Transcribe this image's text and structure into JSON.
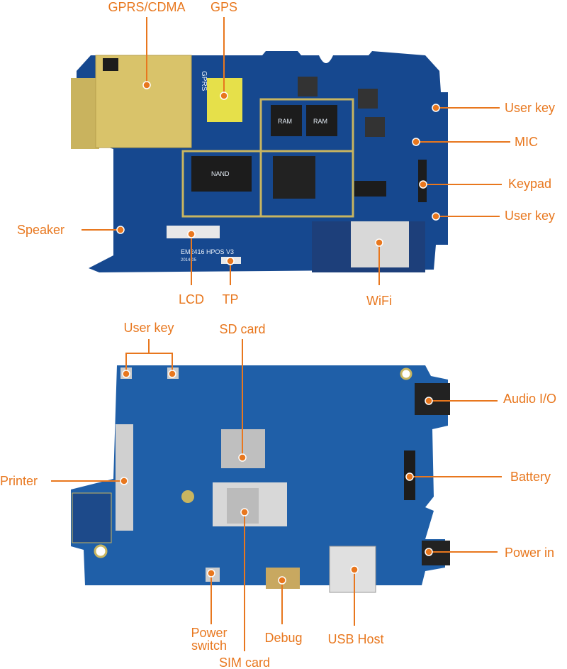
{
  "colors": {
    "label": "#e8771e",
    "board_top": "#16488f",
    "board_bottom": "#1f5fa8",
    "gold": "#d9c36a"
  },
  "top_board": {
    "silkscreen": {
      "model": "EM2416 HPOS V3",
      "date": "2014-05",
      "ram1": "RAM",
      "ram2": "RAM",
      "nand": "NAND",
      "gprs": "GPRS"
    },
    "labels": {
      "gprs_cdma": "GPRS/CDMA",
      "gps": "GPS",
      "user_key_1": "User key",
      "mic": "MIC",
      "keypad": "Keypad",
      "user_key_2": "User key",
      "speaker": "Speaker",
      "lcd": "LCD",
      "tp": "TP",
      "wifi": "WiFi"
    }
  },
  "bottom_board": {
    "labels": {
      "user_key": "User key",
      "sd_card": "SD card",
      "audio_io": "Audio I/O",
      "printer": "Printer",
      "battery": "Battery",
      "power_in": "Power in",
      "power_switch_line1": "Power",
      "power_switch_line2": "switch",
      "debug": "Debug",
      "usb_host": "USB Host",
      "sim_card": "SIM card"
    }
  }
}
